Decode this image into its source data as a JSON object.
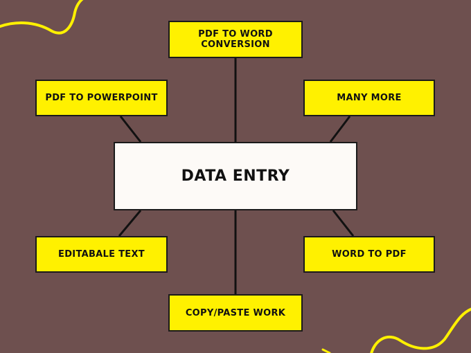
{
  "diagram": {
    "center": "DATA ENTRY",
    "nodes": {
      "top": "PDF TO WORD CONVERSION",
      "top_left": "PDF TO POWERPOINT",
      "top_right": "MANY MORE",
      "bottom_left": "EDITABALE TEXT",
      "bottom_right": "WORD TO PDF",
      "bottom": "COPY/PASTE WORK"
    }
  },
  "colors": {
    "background": "#6e504f",
    "node_fill": "#fff100",
    "center_fill": "#fdfaf7",
    "border": "#1a1a1a",
    "squiggle": "#fff100"
  }
}
